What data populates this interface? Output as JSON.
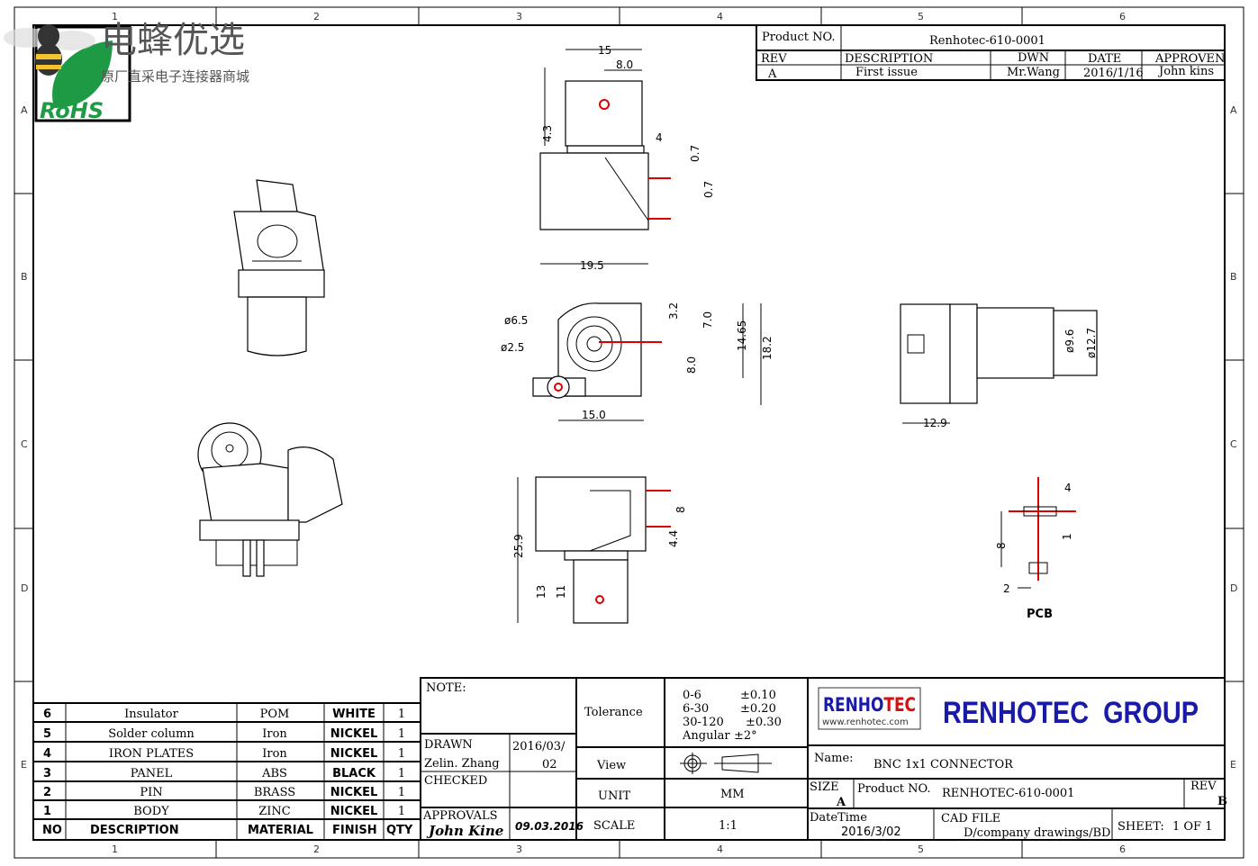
{
  "watermark": {
    "brand": "电蜂优选",
    "tagline": "原厂直采电子连接器商城",
    "badge": "RoHS"
  },
  "zones": {
    "columns": [
      "1",
      "2",
      "3",
      "4",
      "5",
      "6"
    ],
    "rows": [
      "A",
      "B",
      "C",
      "D",
      "E"
    ]
  },
  "revision_table": {
    "product_no_label": "Product NO.",
    "product_no": "Renhotec-610-0001",
    "headers": [
      "REV",
      "DESCRIPTION",
      "DWN",
      "DATE",
      "APPROVEN"
    ],
    "row": [
      "A",
      "First issue",
      "Mr.Wang",
      "2016/1/16",
      "John kins"
    ]
  },
  "dimensions": {
    "top_view": [
      "15",
      "8.0",
      "4.3",
      "4",
      "0.7",
      "0.7",
      "19.5"
    ],
    "front_view": [
      "ø6.5",
      "ø2.5",
      "3.2",
      "7.0",
      "8.0",
      "14.65",
      "18.2",
      "15.0"
    ],
    "side_view": [
      "ø9.6",
      "ø12.7",
      "12.9"
    ],
    "bottom_view": [
      "25.9",
      "13",
      "11",
      "8",
      "4.4"
    ],
    "pcb": [
      "4",
      "8",
      "1",
      "2"
    ],
    "pcb_label": "PCB"
  },
  "bom": {
    "headers": [
      "NO",
      "DESCRIPTION",
      "MATERIAL",
      "FINISH",
      "QTY"
    ],
    "rows": [
      [
        "6",
        "Insulator",
        "POM",
        "WHITE",
        "1"
      ],
      [
        "5",
        "Solder column",
        "Iron",
        "NICKEL",
        "1"
      ],
      [
        "4",
        "IRON PLATES",
        "Iron",
        "NICKEL",
        "1"
      ],
      [
        "3",
        "PANEL",
        "ABS",
        "BLACK",
        "1"
      ],
      [
        "2",
        "PIN",
        "BRASS",
        "NICKEL",
        "1"
      ],
      [
        "1",
        "BODY",
        "ZINC",
        "NICKEL",
        "1"
      ]
    ]
  },
  "notes": {
    "note_label": "NOTE:",
    "drawn_label": "DRAWN",
    "drawn_by": "Zelin. Zhang",
    "drawn_date_1": "2016/03/",
    "drawn_date_2": "02",
    "checked_label": "CHECKED",
    "approvals_label": "APPROVALS",
    "approval_signature": "John Kine",
    "approval_date": "09.03.2016"
  },
  "tolerance": {
    "label": "Tolerance",
    "rows": [
      [
        "0-6",
        "±0.10"
      ],
      [
        "6-30",
        "±0.20"
      ],
      [
        "30-120",
        "±0.30"
      ],
      [
        "Angular",
        "±2°"
      ]
    ],
    "view_label": "View",
    "unit_label": "UNIT",
    "unit": "MM",
    "scale_label": "SCALE",
    "scale": "1:1"
  },
  "company": {
    "logo_text_1": "RENHO",
    "logo_text_2": "TEC",
    "logo_url": "www.renhotec.com",
    "name": "RENHOTEC  GROUP",
    "colors": {
      "blue": "#1a1aa8",
      "red": "#d41010"
    }
  },
  "title_block": {
    "name_label": "Name:",
    "name": "BNC 1x1 CONNECTOR",
    "size_label": "SIZE",
    "size": "A",
    "product_no_label": "Product NO.",
    "product_no": "RENHOTEC-610-0001",
    "rev_label": "REV",
    "rev": "B",
    "datetime_label": "DateTime",
    "datetime": "2016/3/02",
    "cad_label": "CAD FILE",
    "cad_file": "D/company drawings/BD",
    "sheet_label": "SHEET:",
    "sheet": "1 OF 1"
  }
}
